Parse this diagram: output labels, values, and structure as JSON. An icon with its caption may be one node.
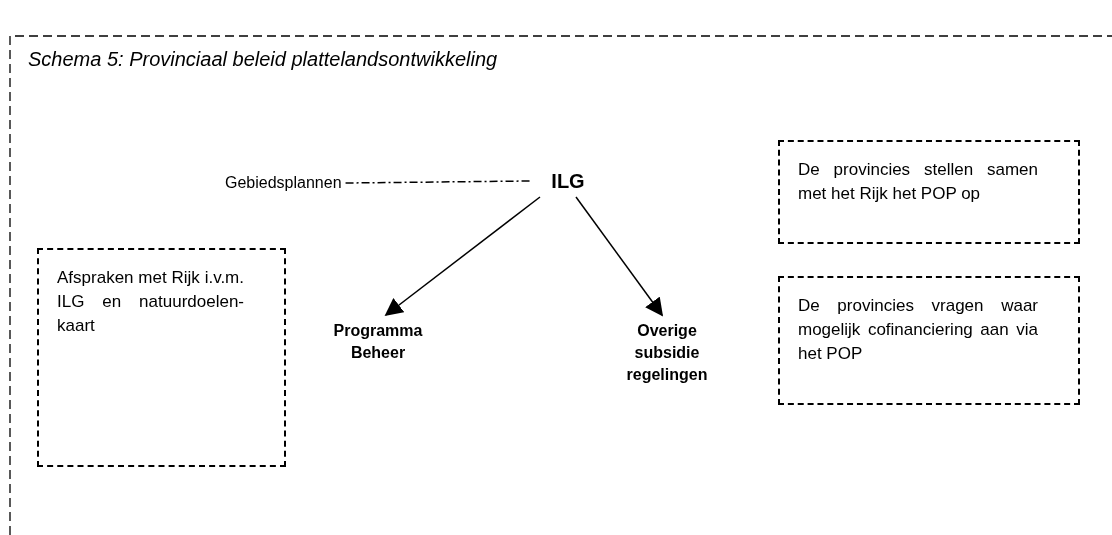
{
  "diagram": {
    "title": "Schema 5: Provinciaal beleid plattelandsontwikkeling",
    "nodes": [
      {
        "text": [
          "Gebiedsplannen"
        ]
      },
      {
        "text": [
          "ILG"
        ]
      },
      {
        "text": [
          "Afspraken met Rijk i.v.m. ILG en natuurdoelen-kaart"
        ]
      },
      {
        "text": [
          "Programma Beheer"
        ]
      },
      {
        "text": [
          "Overige subsidie regelingen"
        ]
      },
      {
        "text": [
          "De provincies stellen samen met het Rijk het POP op"
        ]
      },
      {
        "text": [
          "De provincies vragen waar mogelijk cofinanciering aan via het POP"
        ]
      }
    ],
    "edges": [
      {
        "from": 0,
        "to": 1,
        "arrow": "none",
        "style": "dashed"
      },
      {
        "from": 1,
        "to": 3,
        "arrow": "to"
      },
      {
        "from": 1,
        "to": 4,
        "arrow": "to"
      }
    ]
  }
}
